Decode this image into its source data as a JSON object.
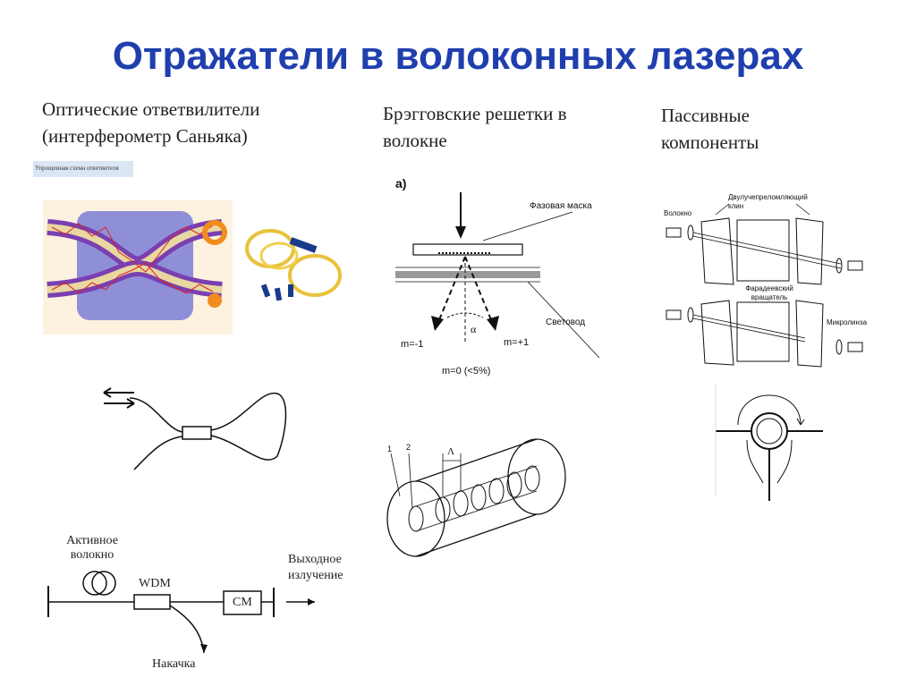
{
  "title": "Отражатели в волоконных лазерах",
  "columns": {
    "couplers": {
      "line1": "Оптические ответвилители",
      "line2": "(интерферометр Саньяка)"
    },
    "bragg": {
      "line1": "Брэгговские решетки в",
      "line2": "волокне"
    },
    "passive": {
      "line1": "Пассивные",
      "line2": "компоненты"
    }
  },
  "coupler_figure": {
    "caption": "Упрощенная схема ответвителя"
  },
  "phase_mask_figure": {
    "panel_label": "а)",
    "mask_label": "Фазовая маска",
    "fiber_label": "Световод",
    "order_minus": "m=-1",
    "order_plus": "m=+1",
    "order_zero": "m=0 (<5%)",
    "angle": "α"
  },
  "grating_cylinder": {
    "label_1": "1",
    "label_2": "2",
    "period": "Λ"
  },
  "isolator_figure": {
    "fiber": "Волокно",
    "wedge": "Двулучепреломляющий клин",
    "faraday": "Фарадеевский вращатель",
    "microlens": "Микролинза"
  },
  "laser_scheme": {
    "active_fiber": "Активное волокно",
    "wdm": "WDM",
    "cm": "СМ",
    "output": "Выходное излучение",
    "pump": "Накачка"
  },
  "colors": {
    "title": "#1f3fae",
    "coupler_bg": "#8f8fd8",
    "fiber_purple": "#7a3fb0",
    "fiber_tan": "#e8d7a0",
    "spot_orange": "#f28c1c"
  }
}
